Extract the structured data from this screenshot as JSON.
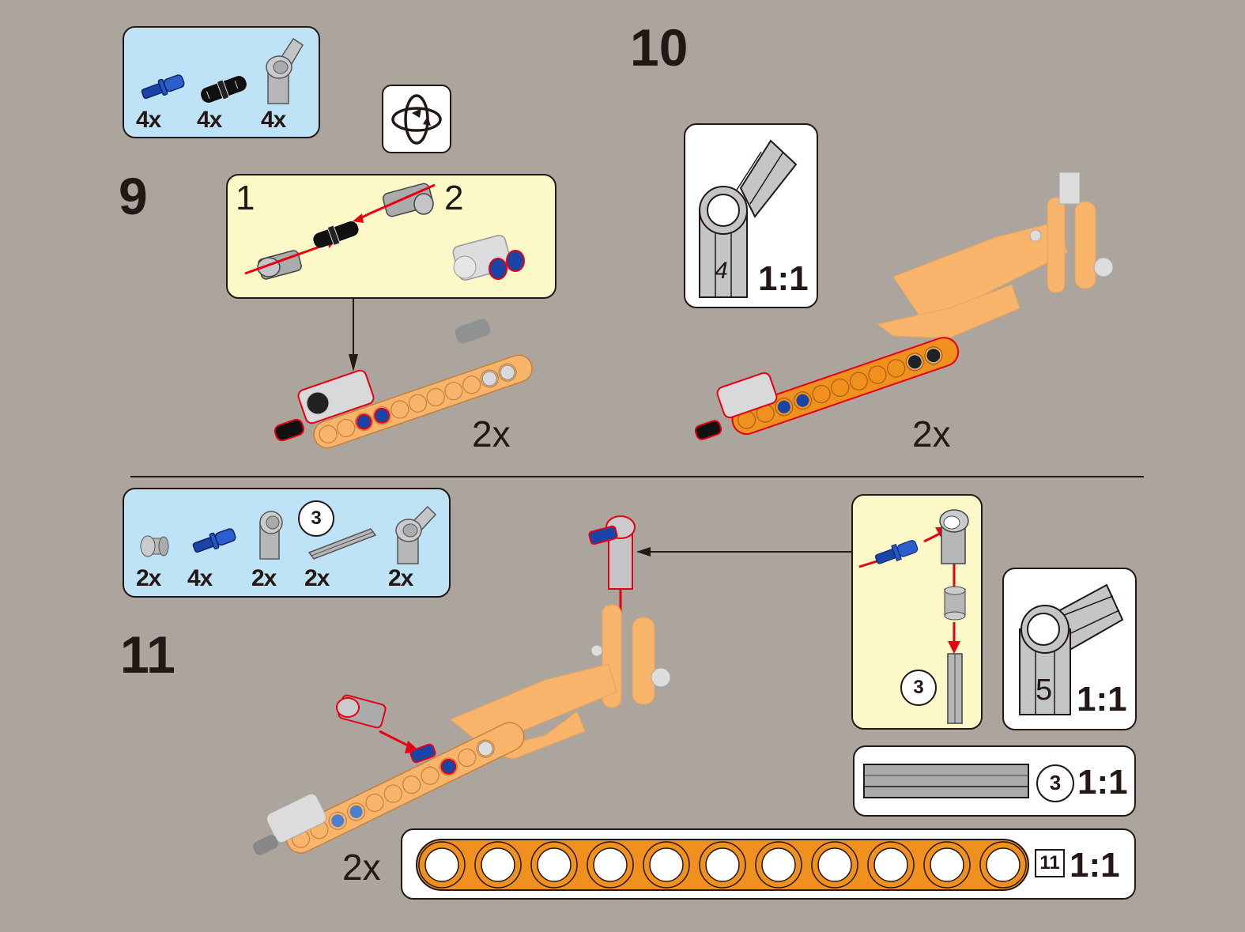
{
  "page": {
    "background": "#aba59e"
  },
  "step9": {
    "number": "9",
    "parts": [
      {
        "icon": "blue-axle-pin-icon",
        "qty": "4x",
        "color": "#1a45a8"
      },
      {
        "icon": "black-friction-pin-icon",
        "qty": "4x",
        "color": "#111111"
      },
      {
        "icon": "angle-connector-4-icon",
        "qty": "4x",
        "color": "#b5b7b8"
      }
    ],
    "rotate_icon": "rotate-model-icon",
    "sub_steps": [
      "1",
      "2"
    ],
    "multiplier": "2x"
  },
  "step10": {
    "number": "10",
    "callout_label": "4",
    "scale": "1:1",
    "multiplier": "2x"
  },
  "step11": {
    "number": "11",
    "parts": [
      {
        "icon": "bush-icon",
        "qty": "2x"
      },
      {
        "icon": "blue-axle-pin-icon",
        "qty": "4x"
      },
      {
        "icon": "angle-connector-1-icon",
        "qty": "2x"
      },
      {
        "icon": "axle-3-icon",
        "qty": "2x",
        "badge": "3"
      },
      {
        "icon": "angle-connector-5-icon",
        "qty": "2x"
      }
    ],
    "subassembly_axle_badge": "3",
    "callout_connector_label": "5",
    "connector_scale": "1:1",
    "axle_badge": "3",
    "axle_scale": "1:1",
    "beam_badge": "11",
    "beam_scale": "1:1",
    "beam_holes": 11,
    "multiplier": "2x"
  },
  "colors": {
    "parts_box": "#bfe3f6",
    "subassembly_box": "#fdf8c7",
    "beam_orange": "#f0901e",
    "model_orange": "#f7b46a",
    "arrow_red": "#e60012",
    "gray_part": "#b5b7b8"
  }
}
